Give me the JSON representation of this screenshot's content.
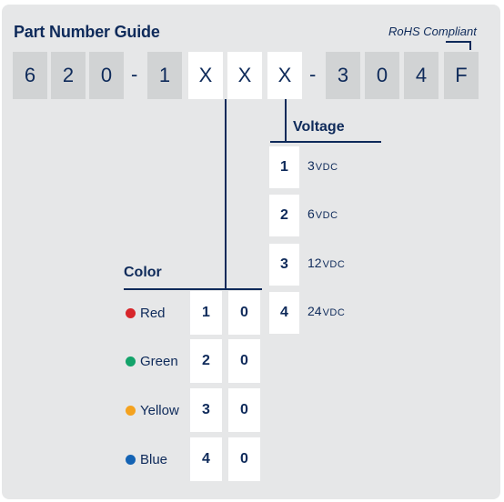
{
  "title": "Part Number Guide",
  "rohs": "RoHS Compliant",
  "part_number": [
    "6",
    "2",
    "0",
    "-",
    "1",
    "X",
    "X",
    "X",
    "-",
    "3",
    "0",
    "4",
    "F"
  ],
  "voltage": {
    "heading": "Voltage",
    "options": [
      {
        "code": "1",
        "value": "3",
        "unit": "VDC"
      },
      {
        "code": "2",
        "value": "6",
        "unit": "VDC"
      },
      {
        "code": "3",
        "value": "12",
        "unit": "VDC"
      },
      {
        "code": "4",
        "value": "24",
        "unit": "VDC"
      }
    ]
  },
  "color": {
    "heading": "Color",
    "options": [
      {
        "name": "Red",
        "code1": "1",
        "code2": "0",
        "dot": "#d7262b"
      },
      {
        "name": "Green",
        "code1": "2",
        "code2": "0",
        "dot": "#13a36a"
      },
      {
        "name": "Yellow",
        "code1": "3",
        "code2": "0",
        "dot": "#f4a21f"
      },
      {
        "name": "Blue",
        "code1": "4",
        "code2": "0",
        "dot": "#1463b4"
      }
    ]
  },
  "colors": {
    "navy": "#0e2a5a",
    "gray_cell": "#d1d3d4",
    "panel": "#e6e7e8"
  }
}
